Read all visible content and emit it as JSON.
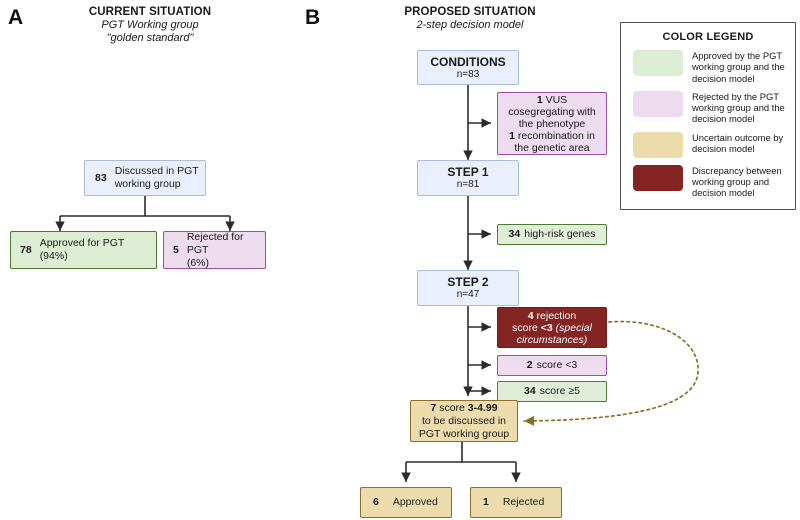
{
  "panels": {
    "a": {
      "letter": "A",
      "title": "CURRENT SITUATION",
      "subtitle1": "PGT Working group",
      "subtitle2": "\"golden standard\"",
      "top_box": {
        "count": "83",
        "label_line1": "Discussed in PGT",
        "label_line2": "working group"
      },
      "approved_box": {
        "count": "78",
        "label": "Approved for PGT",
        "pct": "(94%)"
      },
      "rejected_box": {
        "count": "5",
        "label": "Rejected for PGT",
        "pct": "(6%)"
      }
    },
    "b": {
      "letter": "B",
      "title": "PROPOSED SITUATION",
      "subtitle1": "2-step decision model",
      "conditions": {
        "title": "CONDITIONS",
        "n": "n=83"
      },
      "vus_box": {
        "line1_num": "1",
        "line1_text": "VUS",
        "line2": "cosegregating with",
        "line3": "the phenotype",
        "line4_num": "1",
        "line4_text": "recombination in",
        "line5": "the genetic area"
      },
      "step1": {
        "title": "STEP 1",
        "n": "n=81"
      },
      "high_risk_box": {
        "count": "34",
        "label": "high-risk genes"
      },
      "step2": {
        "title": "STEP 2",
        "n": "n=47"
      },
      "rejection_box": {
        "count": "4",
        "line1": "rejection",
        "line2_prefix": "score",
        "line2_bold": "<3",
        "line2_italic_open": "(special",
        "line3_italic": "circumstances)"
      },
      "score_lt3_box": {
        "count": "2",
        "label": "score <3"
      },
      "score_ge5_box": {
        "count": "34",
        "label": "score ≥5"
      },
      "uncertain_box": {
        "count": "7",
        "line1_prefix": "score",
        "line1_bold": "3-4.99",
        "line2": "to be discussed in",
        "line3": "PGT working group"
      },
      "final_approved": {
        "count": "6",
        "label": "Approved"
      },
      "final_rejected": {
        "count": "1",
        "label": "Rejected"
      }
    }
  },
  "legend": {
    "title": "COLOR LEGEND",
    "items": [
      {
        "swatch": "green",
        "color": "#dcedd3",
        "text": "Approved by the PGT working group and the decision model"
      },
      {
        "swatch": "pink",
        "color": "#eddcee",
        "text": "Rejected by the PGT working group and  the decision model"
      },
      {
        "swatch": "tan",
        "color": "#ecdcad",
        "text": "Uncertain outcome by decision model"
      },
      {
        "swatch": "darkred",
        "color": "#852523",
        "text": "Discrepancy between working group and decision model"
      }
    ]
  }
}
